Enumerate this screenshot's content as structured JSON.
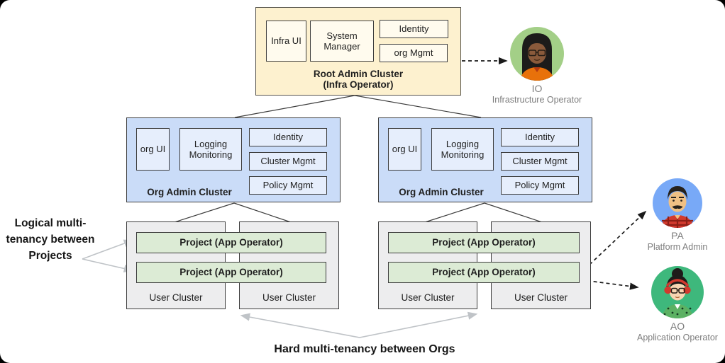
{
  "colors": {
    "root-fill": "#fdf1cf",
    "root-inner-fill": "#fffbee",
    "org-fill": "#cadcf8",
    "org-inner-fill": "#e6eefc",
    "project-fill": "#dcebd5",
    "user-fill": "#ededee",
    "box-border": "#3d3d3d",
    "text": "#1f1f1f",
    "persona-label": "#7d7d7d",
    "io-bg": "#a3cf87",
    "pa-bg": "#78a9f7",
    "ao-bg": "#3eb87c",
    "dashed-line": "#1a1a1a",
    "gray-arrow": "#bfc3c7"
  },
  "root_cluster": {
    "components": {
      "infra_ui": "Infra UI",
      "system_manager": "System Manager",
      "identity": "Identity",
      "org_mgmt": "org Mgmt"
    },
    "title_line1": "Root Admin Cluster",
    "title_line2": "(Infra Operator)"
  },
  "org_clusters": [
    {
      "title": "Org Admin Cluster",
      "components": {
        "org_ui": "org UI",
        "logging_monitoring": "Logging Monitoring",
        "identity": "Identity",
        "cluster_mgmt": "Cluster Mgmt",
        "policy_mgmt": "Policy Mgmt"
      },
      "projects": [
        "Project (App Operator)",
        "Project (App Operator)"
      ],
      "user_clusters": [
        "User Cluster",
        "User Cluster"
      ]
    },
    {
      "title": "Org Admin Cluster",
      "components": {
        "org_ui": "org UI",
        "logging_monitoring": "Logging Monitoring",
        "identity": "Identity",
        "cluster_mgmt": "Cluster Mgmt",
        "policy_mgmt": "Policy Mgmt"
      },
      "projects": [
        "Project (App Operator)",
        "Project  (App Operator)"
      ],
      "user_clusters": [
        "User Cluster",
        "User Cluster"
      ]
    }
  ],
  "annotations": {
    "logical_multitenancy": "Logical multi-tenancy between Projects",
    "hard_multitenancy": "Hard multi-tenancy between Orgs"
  },
  "personas": [
    {
      "abbr": "IO",
      "role": "Infrastructure Operator"
    },
    {
      "abbr": "PA",
      "role": "Platform Admin"
    },
    {
      "abbr": "AO",
      "role": "Application Operator"
    }
  ]
}
